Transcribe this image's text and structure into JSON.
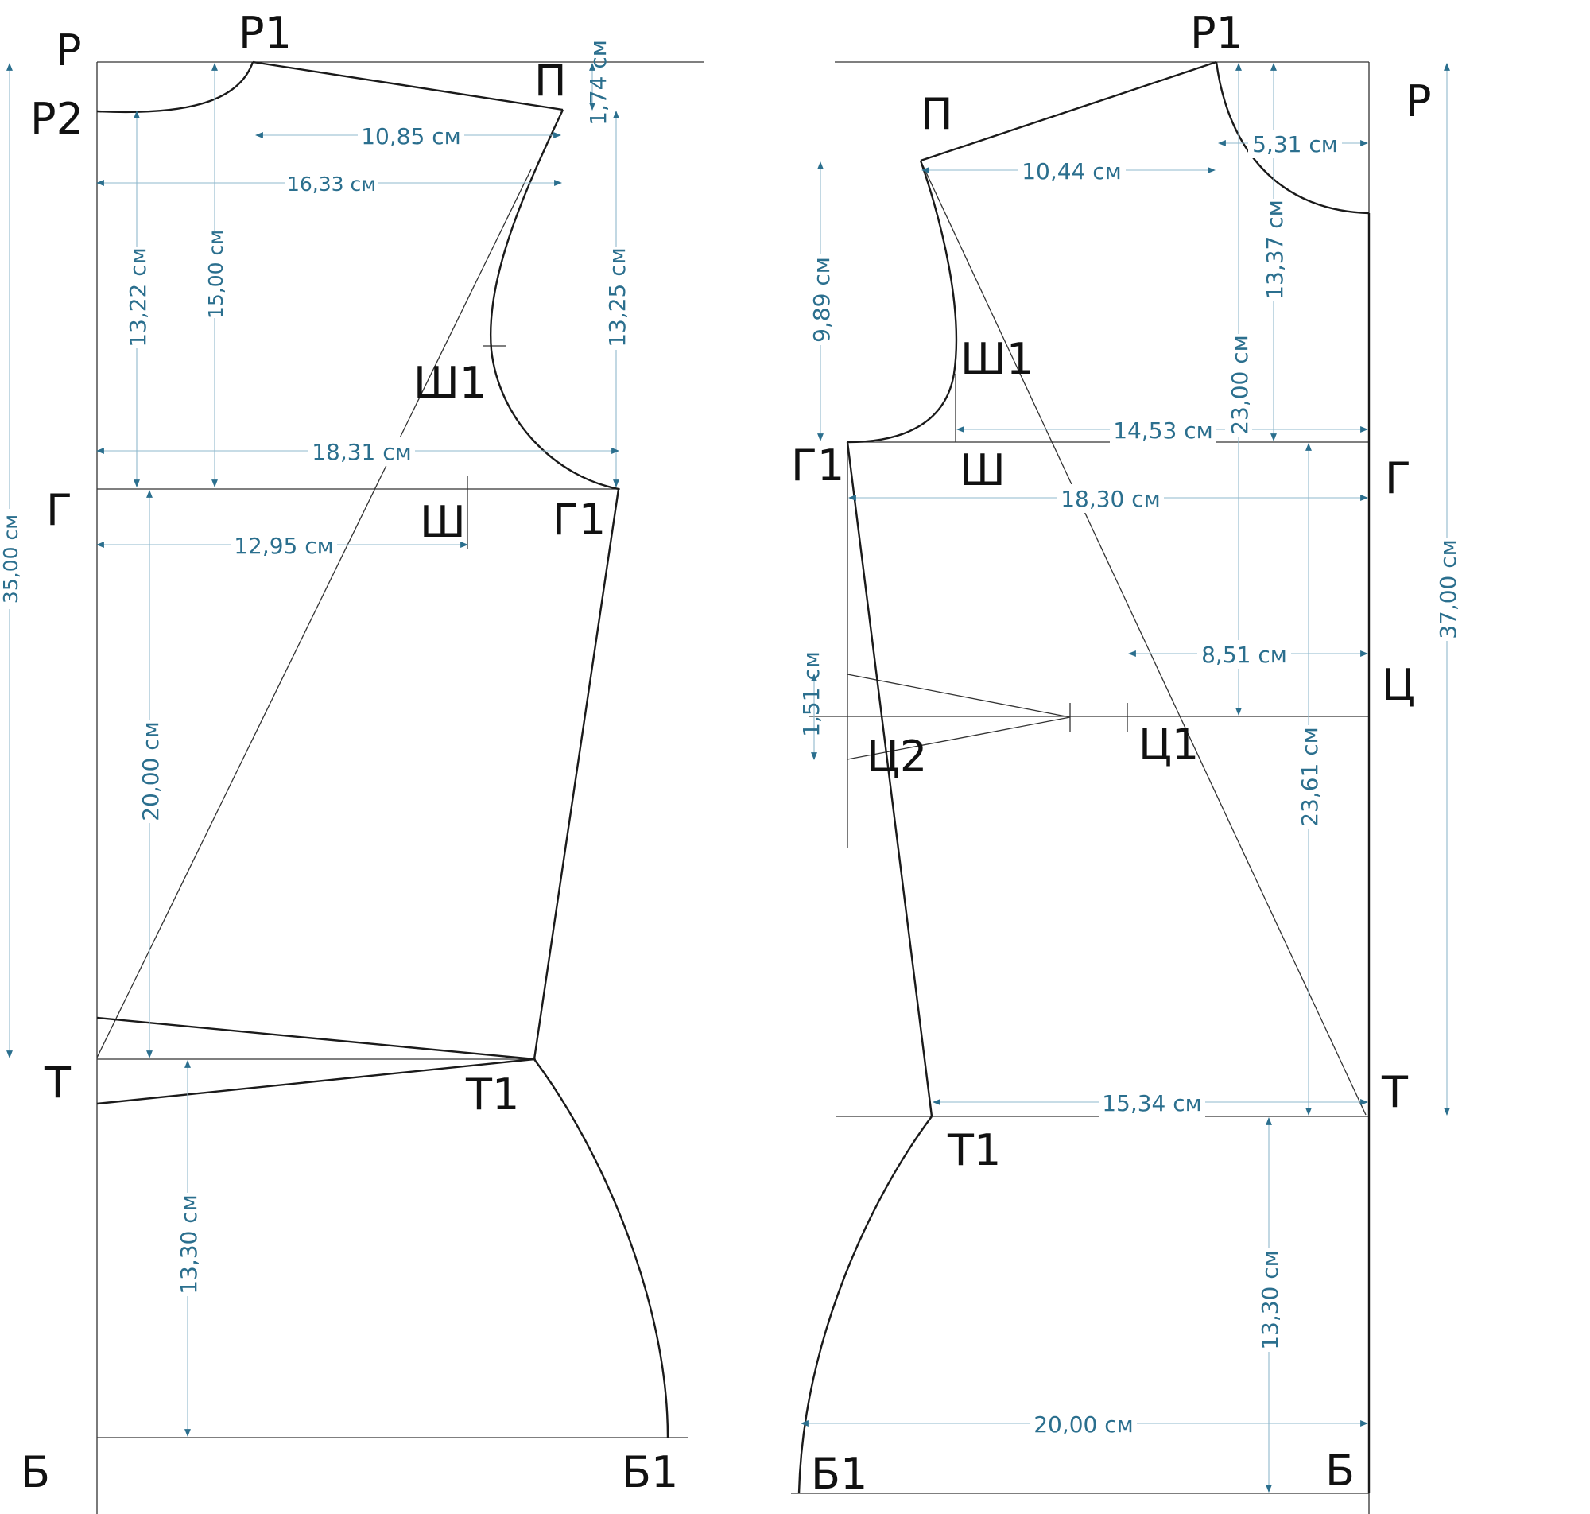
{
  "colors": {
    "outline": "#1a1a1a",
    "construction": "#333333",
    "dimension": "#2b6f8e",
    "dimension_line": "#8fb8cc"
  },
  "back": {
    "points": {
      "P": "Р",
      "P1": "Р1",
      "P2": "Р2",
      "Pi": "П",
      "G": "Г",
      "G1": "Г1",
      "Sh": "Ш",
      "Sh1": "Ш1",
      "T": "Т",
      "T1": "Т1",
      "B": "Б",
      "B1": "Б1"
    },
    "dimensions": {
      "d1085": "10,85 см",
      "d174": "1,74 см",
      "d1633": "16,33 см",
      "d1322": "13,22 см",
      "d1500": "15,00 см",
      "d1325": "13,25 см",
      "d1831": "18,31 см",
      "d1295": "12,95 см",
      "d2000v": "20,00 см",
      "d3500": "35,00 см",
      "d1330": "13,30 см"
    }
  },
  "front": {
    "points": {
      "P": "Р",
      "P1": "Р1",
      "Pi": "П",
      "G": "Г",
      "G1": "Г1",
      "Sh": "Ш",
      "Sh1": "Ш1",
      "C": "Ц",
      "C1": "Ц1",
      "C2": "Ц2",
      "T": "Т",
      "T1": "Т1",
      "B": "Б",
      "B1": "Б1"
    },
    "dimensions": {
      "d531": "5,31 см",
      "d1044": "10,44 см",
      "d1337": "13,37 см",
      "d989": "9,89 см",
      "d2300": "23,00 см",
      "d1453": "14,53 см",
      "d1830": "18,30 см",
      "d851": "8,51 см",
      "d151": "1,51 см",
      "d2361": "23,61 см",
      "d3700": "37,00 см",
      "d1534": "15,34 см",
      "d1330": "13,30 см",
      "d2000": "20,00 см"
    }
  }
}
